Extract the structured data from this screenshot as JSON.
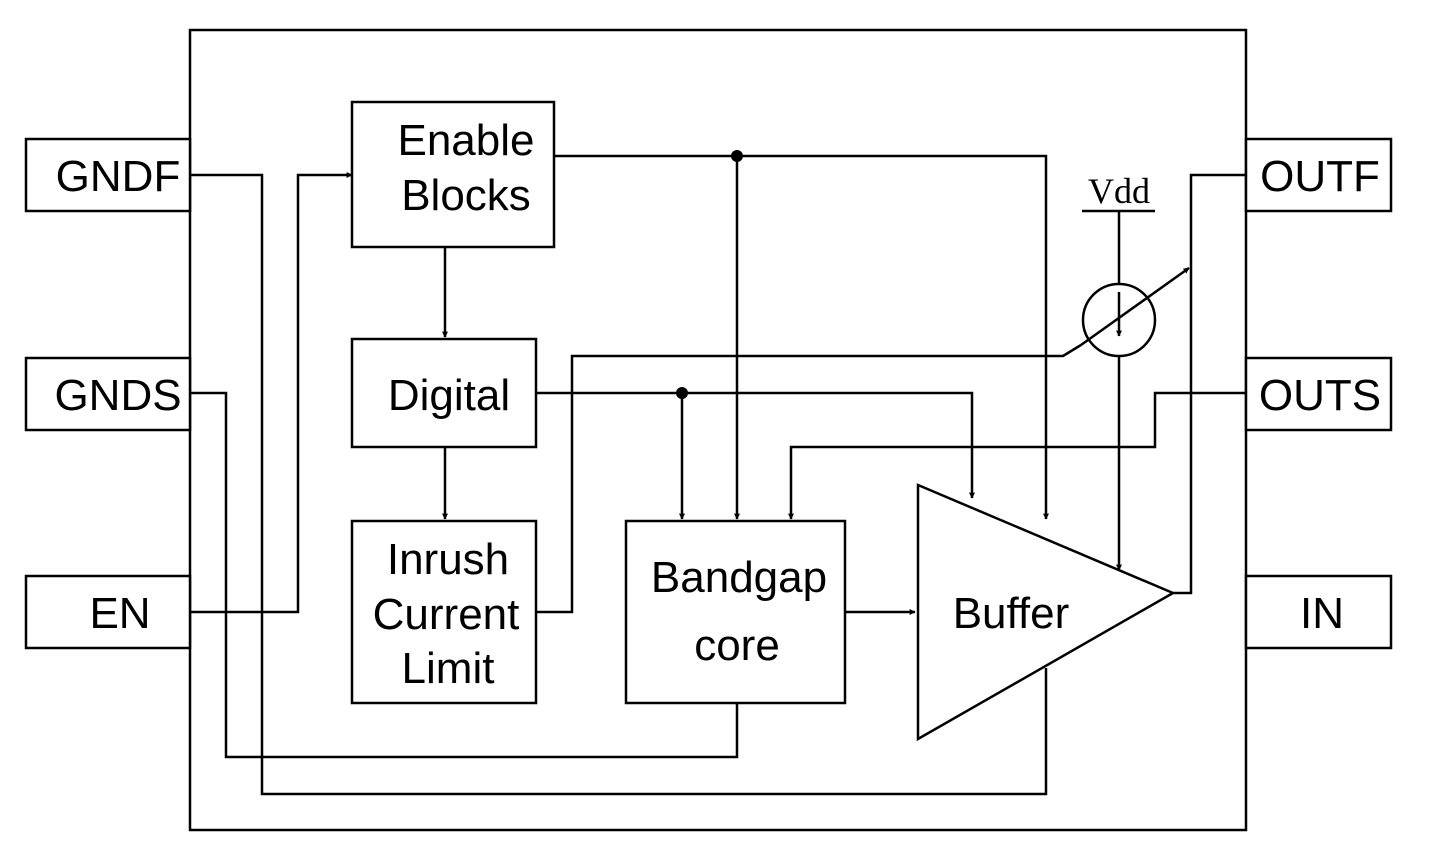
{
  "pins": {
    "gndf": "GNDF",
    "gnds": "GNDS",
    "en": "EN",
    "outf": "OUTF",
    "outs": "OUTS",
    "in": "IN"
  },
  "blocks": {
    "enable_line1": "Enable",
    "enable_line2": "Blocks",
    "digital": "Digital",
    "inrush_line1": "Inrush",
    "inrush_line2": "Current",
    "inrush_line3": "Limit",
    "bandgap_line1": "Bandgap",
    "bandgap_line2": "core",
    "buffer": "Buffer"
  },
  "supply": {
    "vdd": "Vdd"
  }
}
